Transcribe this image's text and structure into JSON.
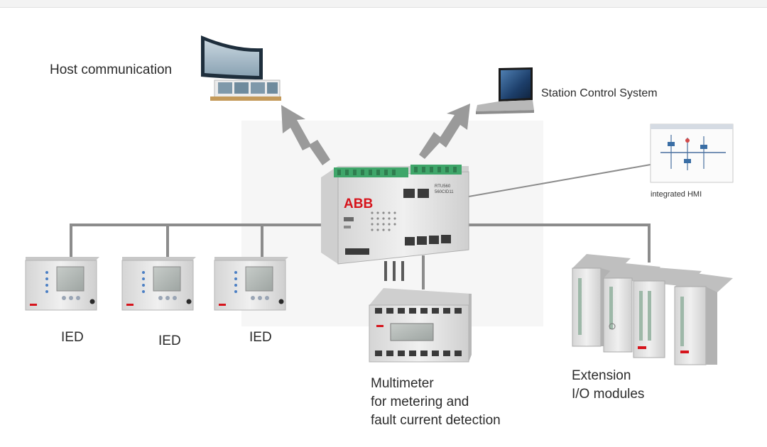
{
  "labels": {
    "host": "Host communication",
    "station": "Station Control System",
    "hmi": "integrated HMI",
    "ied1": "IED",
    "ied2": "IED",
    "ied3": "IED",
    "multimeter_line1": "Multimeter",
    "multimeter_line2": "for metering and",
    "multimeter_line3": "fault current detection",
    "extension_line1": "Extension",
    "extension_line2": "I/O modules"
  },
  "device": {
    "brand": "ABB",
    "model_line1": "RTU560",
    "model_line2": "560CID11"
  },
  "colors": {
    "bus_line": "#8c8c8c",
    "device_body": "#e6e6e6",
    "terminal_green": "#3fa66a",
    "brand_red": "#d6141c"
  }
}
